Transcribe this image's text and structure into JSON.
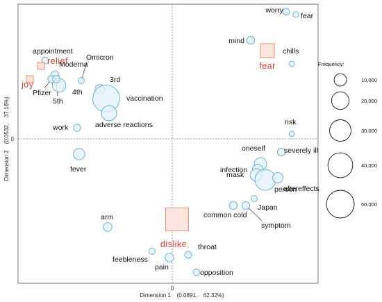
{
  "chart_data": {
    "type": "scatter",
    "title": "",
    "xlabel": "Dimension 1    (0.0891,    62.32%)",
    "ylabel": "Dimension 2    (0.0532,    37.16%)",
    "x_tick_zero": "0",
    "y_tick_zero": "0",
    "xlim": [
      -2.2,
      2.6
    ],
    "ylim": [
      -2.1,
      2.0
    ],
    "accent_color": "#e03a2e",
    "bubble_fill": "#e4f2f9",
    "bubble_stroke": "#5aa9d3",
    "square_fill": "#fbe1d7",
    "square_stroke": "#ea8d76",
    "words": [
      {
        "label": "worry",
        "x": 1.64,
        "y": 1.83,
        "freq": 3000
      },
      {
        "label": "fear",
        "x": 1.78,
        "y": 1.79,
        "freq": 2200
      },
      {
        "label": "mind",
        "x": 1.13,
        "y": 1.42,
        "freq": 4000
      },
      {
        "label": "chills",
        "x": 1.72,
        "y": 1.08,
        "freq": 2000
      },
      {
        "label": "appointment",
        "x": -1.83,
        "y": 1.13,
        "freq": 3000
      },
      {
        "label": "Omicron",
        "x": -1.31,
        "y": 0.84,
        "freq": 2500
      },
      {
        "label": "Moderna",
        "x": -1.69,
        "y": 0.92,
        "freq": 4200
      },
      {
        "label": "Pfizer",
        "x": -1.74,
        "y": 0.86,
        "freq": 3200
      },
      {
        "label": "4th",
        "x": -1.63,
        "y": 0.77,
        "freq": 12000
      },
      {
        "label": "5th",
        "x": -1.67,
        "y": 0.86,
        "freq": 3500
      },
      {
        "label": "3rd",
        "x": -1.04,
        "y": 0.71,
        "freq": 6500
      },
      {
        "label": "vaccination",
        "x": -0.95,
        "y": 0.58,
        "freq": 47000
      },
      {
        "label": "adverse reactions",
        "x": -0.91,
        "y": 0.37,
        "freq": 15000
      },
      {
        "label": "work",
        "x": -1.37,
        "y": 0.16,
        "freq": 3500
      },
      {
        "label": "fever",
        "x": -1.34,
        "y": -0.22,
        "freq": 8500
      },
      {
        "label": "risk",
        "x": 1.72,
        "y": 0.07,
        "freq": 1800
      },
      {
        "label": "severely ill",
        "x": 1.57,
        "y": -0.19,
        "freq": 4000
      },
      {
        "label": "oneself",
        "x": 1.27,
        "y": -0.36,
        "freq": 10000
      },
      {
        "label": "infection",
        "x": 1.23,
        "y": -0.44,
        "freq": 7000
      },
      {
        "label": "mask",
        "x": 1.21,
        "y": -0.52,
        "freq": 10000
      },
      {
        "label": "person",
        "x": 1.34,
        "y": -0.59,
        "freq": 28000
      },
      {
        "label": "aftereffects",
        "x": 1.52,
        "y": -0.56,
        "freq": 7000
      },
      {
        "label": "Japan",
        "x": 1.18,
        "y": -0.86,
        "freq": 2500
      },
      {
        "label": "common cold",
        "x": 0.88,
        "y": -0.96,
        "freq": 4000
      },
      {
        "label": "symptom",
        "x": 1.06,
        "y": -0.96,
        "freq": 4000
      },
      {
        "label": "arm",
        "x": -0.93,
        "y": -1.27,
        "freq": 5000
      },
      {
        "label": "feebleness",
        "x": -0.29,
        "y": -1.62,
        "freq": 2500
      },
      {
        "label": "throat",
        "x": 0.23,
        "y": -1.67,
        "freq": 3200
      },
      {
        "label": "pain",
        "x": -0.04,
        "y": -1.71,
        "freq": 5000
      },
      {
        "label": "opposition",
        "x": 0.35,
        "y": -1.92,
        "freq": 2800
      }
    ],
    "emotions": [
      {
        "label": "relief",
        "x": -1.89,
        "y": 1.05,
        "size": "small"
      },
      {
        "label": "joy",
        "x": -2.05,
        "y": 0.86,
        "size": "small"
      },
      {
        "label": "fear",
        "x": 1.37,
        "y": 1.27,
        "size": "medium"
      },
      {
        "label": "dislike",
        "x": 0.07,
        "y": -1.16,
        "size": "large"
      }
    ],
    "legend": {
      "title": "Frequency:",
      "placement": "right",
      "entries": [
        {
          "label": "10,000",
          "freq": 10000
        },
        {
          "label": "20,000",
          "freq": 20000
        },
        {
          "label": "30,000",
          "freq": 30000
        },
        {
          "label": "40,000",
          "freq": 40000
        },
        {
          "label": "50,000",
          "freq": 50000
        }
      ]
    }
  }
}
